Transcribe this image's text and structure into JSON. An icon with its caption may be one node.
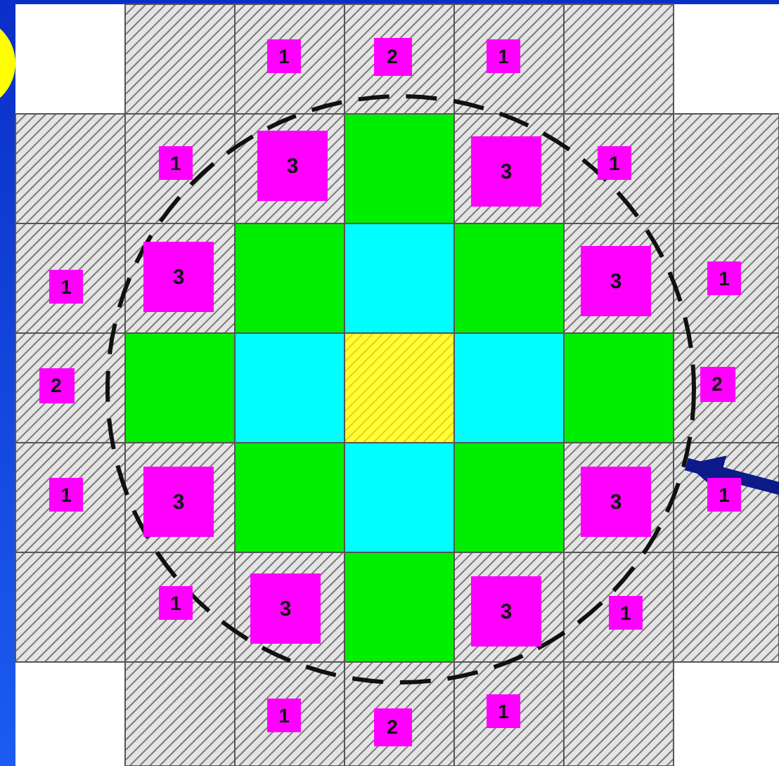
{
  "diagram": {
    "nodes": [
      {
        "text": [
          "1"
        ]
      },
      {
        "text": [
          "2"
        ]
      },
      {
        "text": [
          "1"
        ]
      },
      {
        "text": [
          "1"
        ]
      },
      {
        "text": [
          "3"
        ],
        "in": 24
      },
      {
        "text": [
          "3"
        ],
        "in": 24
      },
      {
        "text": [
          "1"
        ]
      },
      {
        "text": [
          "1"
        ]
      },
      {
        "text": [
          "3"
        ],
        "in": 24
      },
      {
        "text": [
          "3"
        ],
        "in": 24
      },
      {
        "text": [
          "1"
        ]
      },
      {
        "text": [
          "2"
        ]
      },
      {
        "text": [
          "2"
        ]
      },
      {
        "text": [
          "1"
        ]
      },
      {
        "text": [
          "3"
        ],
        "in": 24
      },
      {
        "text": [
          "3"
        ],
        "in": 24
      },
      {
        "text": [
          "1"
        ]
      },
      {
        "text": [
          "1"
        ]
      },
      {
        "text": [
          "3"
        ],
        "in": 24
      },
      {
        "text": [
          "3"
        ],
        "in": 24
      },
      {
        "text": [
          "1"
        ]
      },
      {
        "text": [
          "1"
        ]
      },
      {
        "text": [
          "2"
        ]
      },
      {
        "text": [
          "1"
        ]
      },
      {
        "text": [],
        "shape": "circle"
      }
    ],
    "edges": [
      {
        "from": null,
        "to": 24,
        "arrow": "to"
      }
    ]
  }
}
